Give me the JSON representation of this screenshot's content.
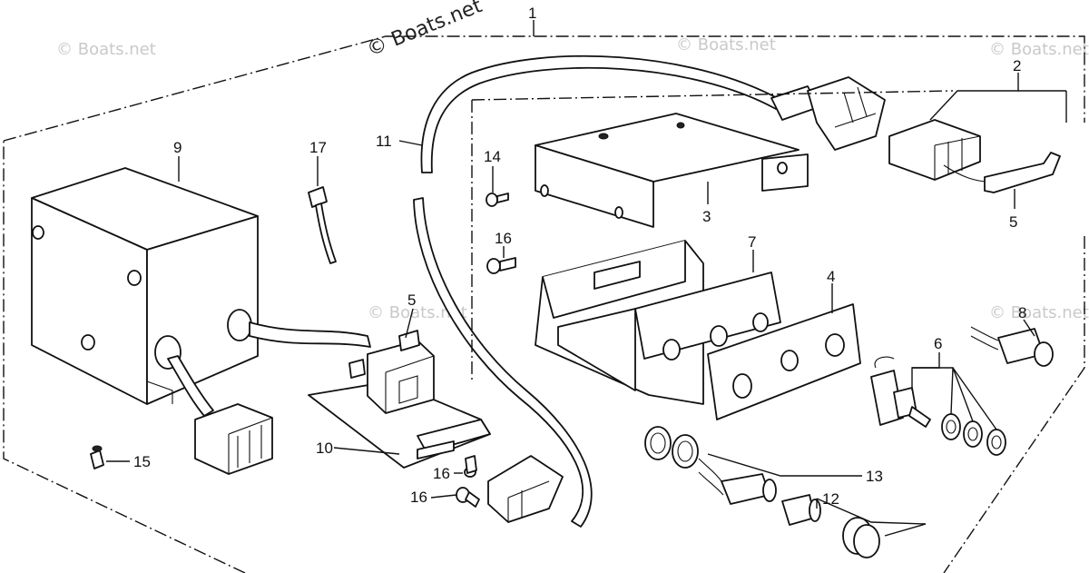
{
  "watermark": {
    "main": "© Boats.net",
    "repeat": "© Boats.net"
  },
  "callouts": {
    "c1": "1",
    "c2": "2",
    "c3": "3",
    "c4": "4",
    "c5a": "5",
    "c5b": "5",
    "c6": "6",
    "c7": "7",
    "c8": "8",
    "c9": "9",
    "c10": "10",
    "c11": "11",
    "c12": "12",
    "c13": "13",
    "c14": "14",
    "c15": "15",
    "c16a": "16",
    "c16b": "16",
    "c16c": "16",
    "c17": "17"
  }
}
